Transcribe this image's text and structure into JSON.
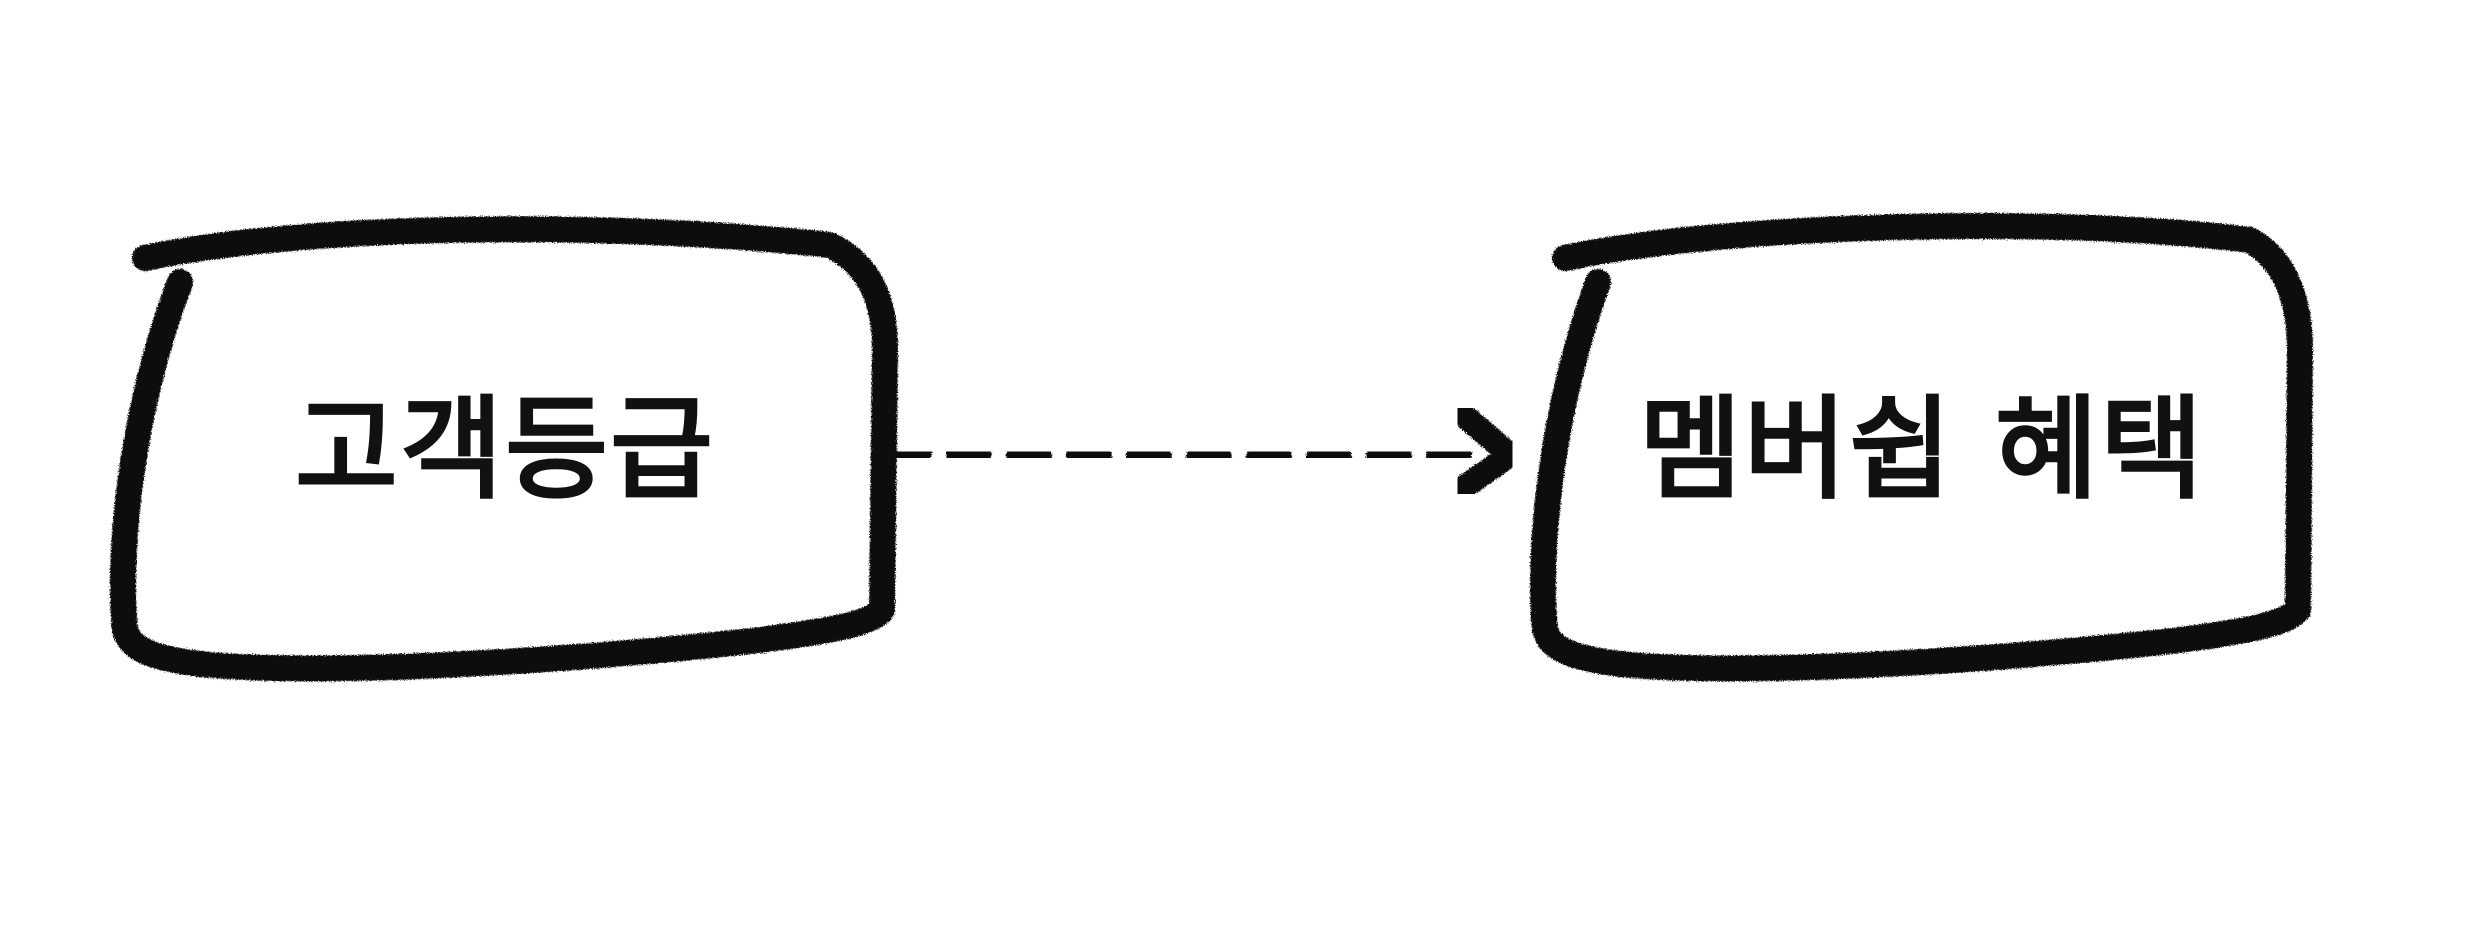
{
  "diagram": {
    "nodes": [
      {
        "label": "고객등급"
      },
      {
        "label": "멤버쉽 혜택"
      }
    ],
    "edges": [
      {
        "from": 0,
        "to": 1,
        "style": "dotted",
        "arrow": "end"
      }
    ],
    "colors": {
      "background": "#ffffff",
      "stroke": "#111111"
    }
  }
}
